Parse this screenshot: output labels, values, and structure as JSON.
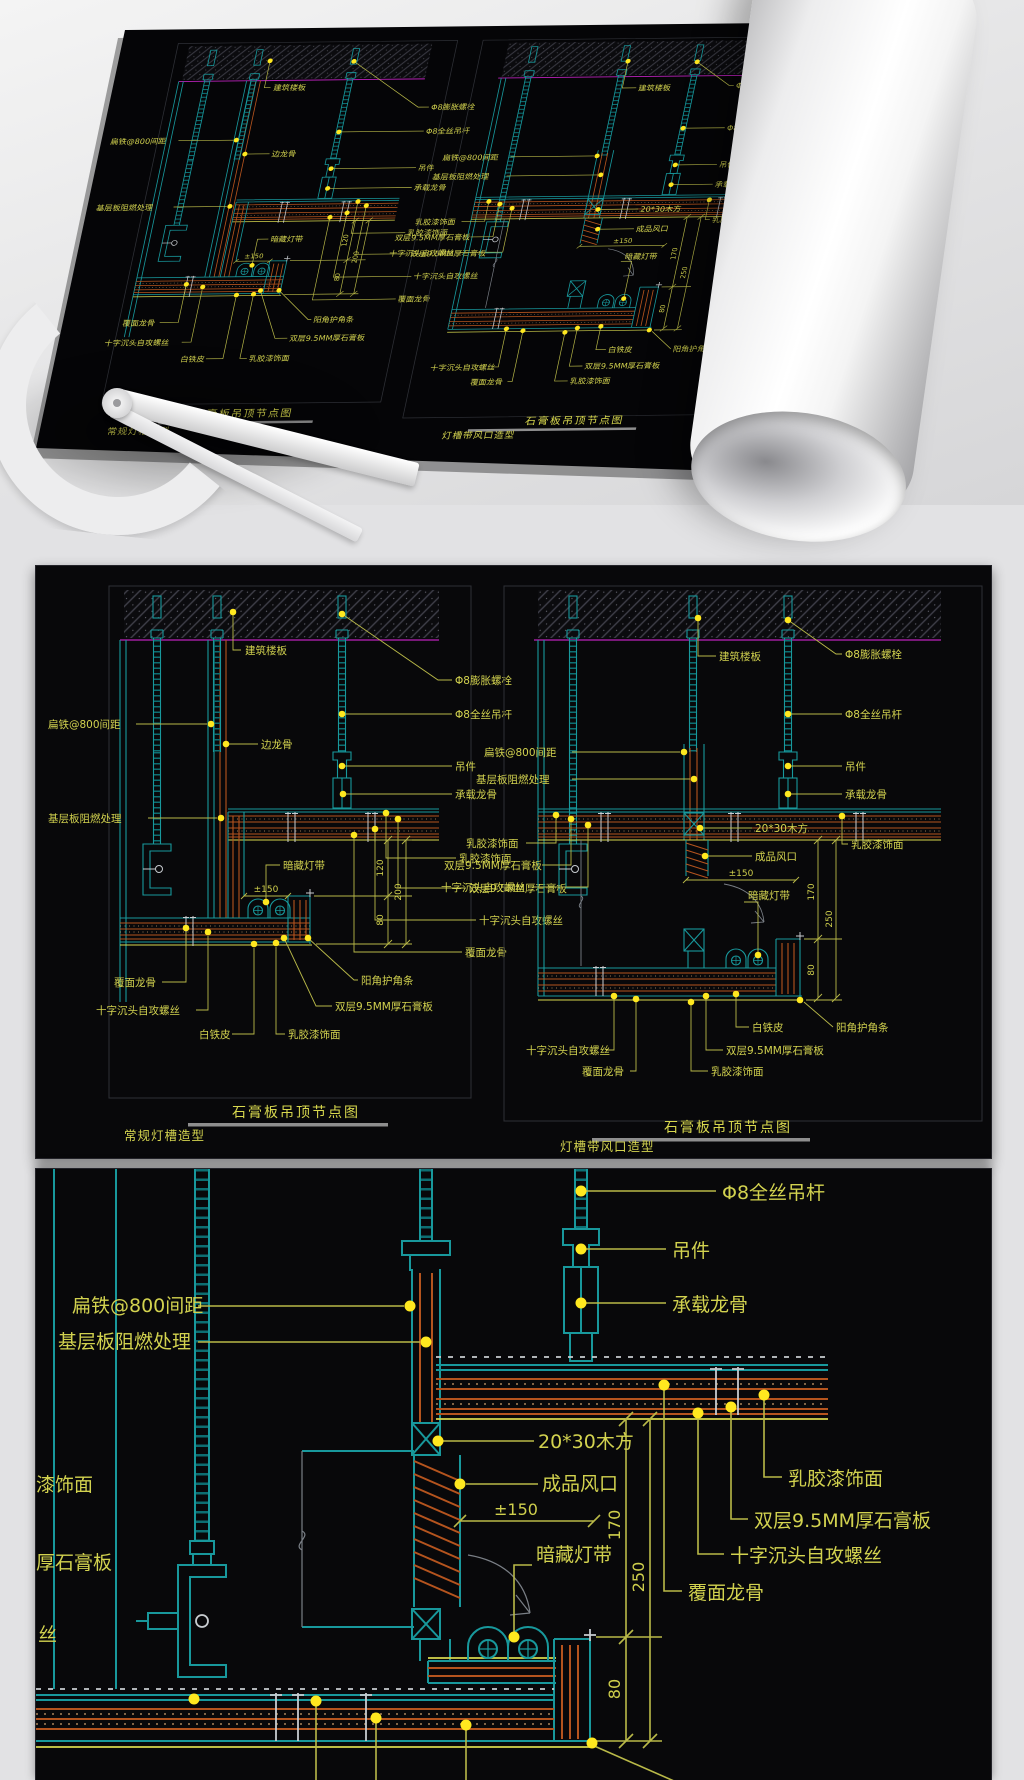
{
  "terms": {
    "building_slab": "建筑楼板",
    "expansion_bolt": "Φ8膨胀螺栓",
    "threaded_rod": "Φ8全丝吊杆",
    "hanger": "吊件",
    "carrier": "承载龙骨",
    "flat_iron": "扁铁@800间距",
    "edge_runner": "边龙骨",
    "base_board": "基层板阻燃处理",
    "latex_paint": "乳胶漆饰面",
    "double_gypsum": "双层9.5MM厚石膏板",
    "self_tap_screws": "十字沉头自攻螺丝",
    "furring": "覆面龙骨",
    "hidden_light": "暗藏灯带",
    "level_150": "±150",
    "corner_bead": "阳角护角条",
    "tin_sheet": "白铁皮",
    "wood_block": "20*30木方",
    "air_vent": "成品风口"
  },
  "dims": {
    "h120": "120",
    "h200": "200",
    "h80": "80",
    "h170": "170",
    "h250": "250"
  },
  "titles": {
    "node": "石膏板吊顶节点图",
    "variant_plain": "常规灯槽造型",
    "variant_vent": "灯槽带风口造型"
  },
  "clipped": {
    "latex_tail": "漆饰面",
    "gypsum_tail": "厚石膏板",
    "screw_tail": "丝"
  },
  "colors": {
    "label_yellow": "#d2d24f",
    "dot_yellow": "#ffe81f",
    "line_teal": "#18989c",
    "line_orange": "#b5541e",
    "line_magenta": "#bb22bb",
    "panel_bg": "#08080a"
  }
}
